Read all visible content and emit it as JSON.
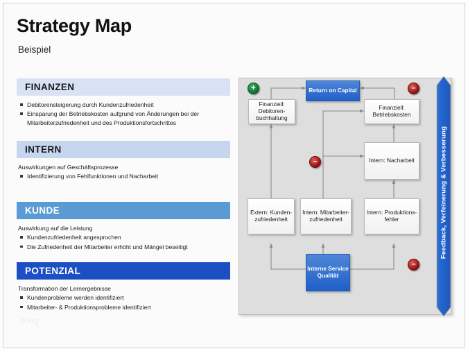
{
  "slide": {
    "title": "Strategy Map",
    "subtitle": "Beispiel",
    "watermark": "blog"
  },
  "perspectives": [
    {
      "key": "finanzen",
      "header": "FINANZEN",
      "lead": "",
      "bullets": [
        "Debitorensteigerung durch Kundenzufriedenheit",
        "Einsparung der Betriebskosten aufgrund von Änderungen bei der Mitarbeiterzufriedenheit und des Produktionsfortschrittes"
      ]
    },
    {
      "key": "intern",
      "header": "INTERN",
      "lead": "Auswirkungen auf Geschäftsprozesse",
      "bullets": [
        "Identifizierung von Fehlfunktionen und Nacharbeit"
      ]
    },
    {
      "key": "kunde",
      "header": "KUNDE",
      "lead": "Auswirkung auf die Leistung",
      "bullets": [
        "Kundenzufriedenheit angesprochen",
        "Die Zufriedenheit der Mitarbeiter erhöht und Mängel beseitigt"
      ]
    },
    {
      "key": "potenzial",
      "header": "POTENZIAL",
      "lead": "Transformation der Lernergebnisse",
      "bullets": [
        "Kundenprobleme werden identifiziert",
        "Mitarbeiter- & Produktionsprobleme identifiziert"
      ]
    }
  ],
  "diagram": {
    "nodes": {
      "roc": "Return on Capital",
      "debitoren": "Finanziell: Debitoren- buchhaltung",
      "betriebskosten": "Finanziell: Betriebskosten",
      "nacharbeit": "Intern: Nacharbeit",
      "kundenzufriedenheit": "Extern: Kunden- zufriedenheit",
      "mitarbeiterzufriedenheit": "Intern: Mitarbeiter- zufriedenheit",
      "produktionsfehler": "Intern: Produktions- fehler",
      "servicequalitaet": "Interne Service Qualität"
    },
    "badges": [
      {
        "key": "top-left",
        "sign": "+"
      },
      {
        "key": "top-right",
        "sign": "–"
      },
      {
        "key": "middle",
        "sign": "–"
      },
      {
        "key": "bottom-right",
        "sign": "–"
      }
    ],
    "feedback_label": "Feedback, Verfeinerung & Verbesserung"
  },
  "colors": {
    "bar_finanzen": "#d9e2f3",
    "bar_intern": "#c6d6ee",
    "bar_kunde": "#5b9bd5",
    "bar_potenzial": "#1c4fc4",
    "node_blue": "#2f6fd0",
    "badge_plus": "#0c6b2e",
    "badge_minus": "#8d0d0d",
    "panel_bg": "#dedede"
  }
}
